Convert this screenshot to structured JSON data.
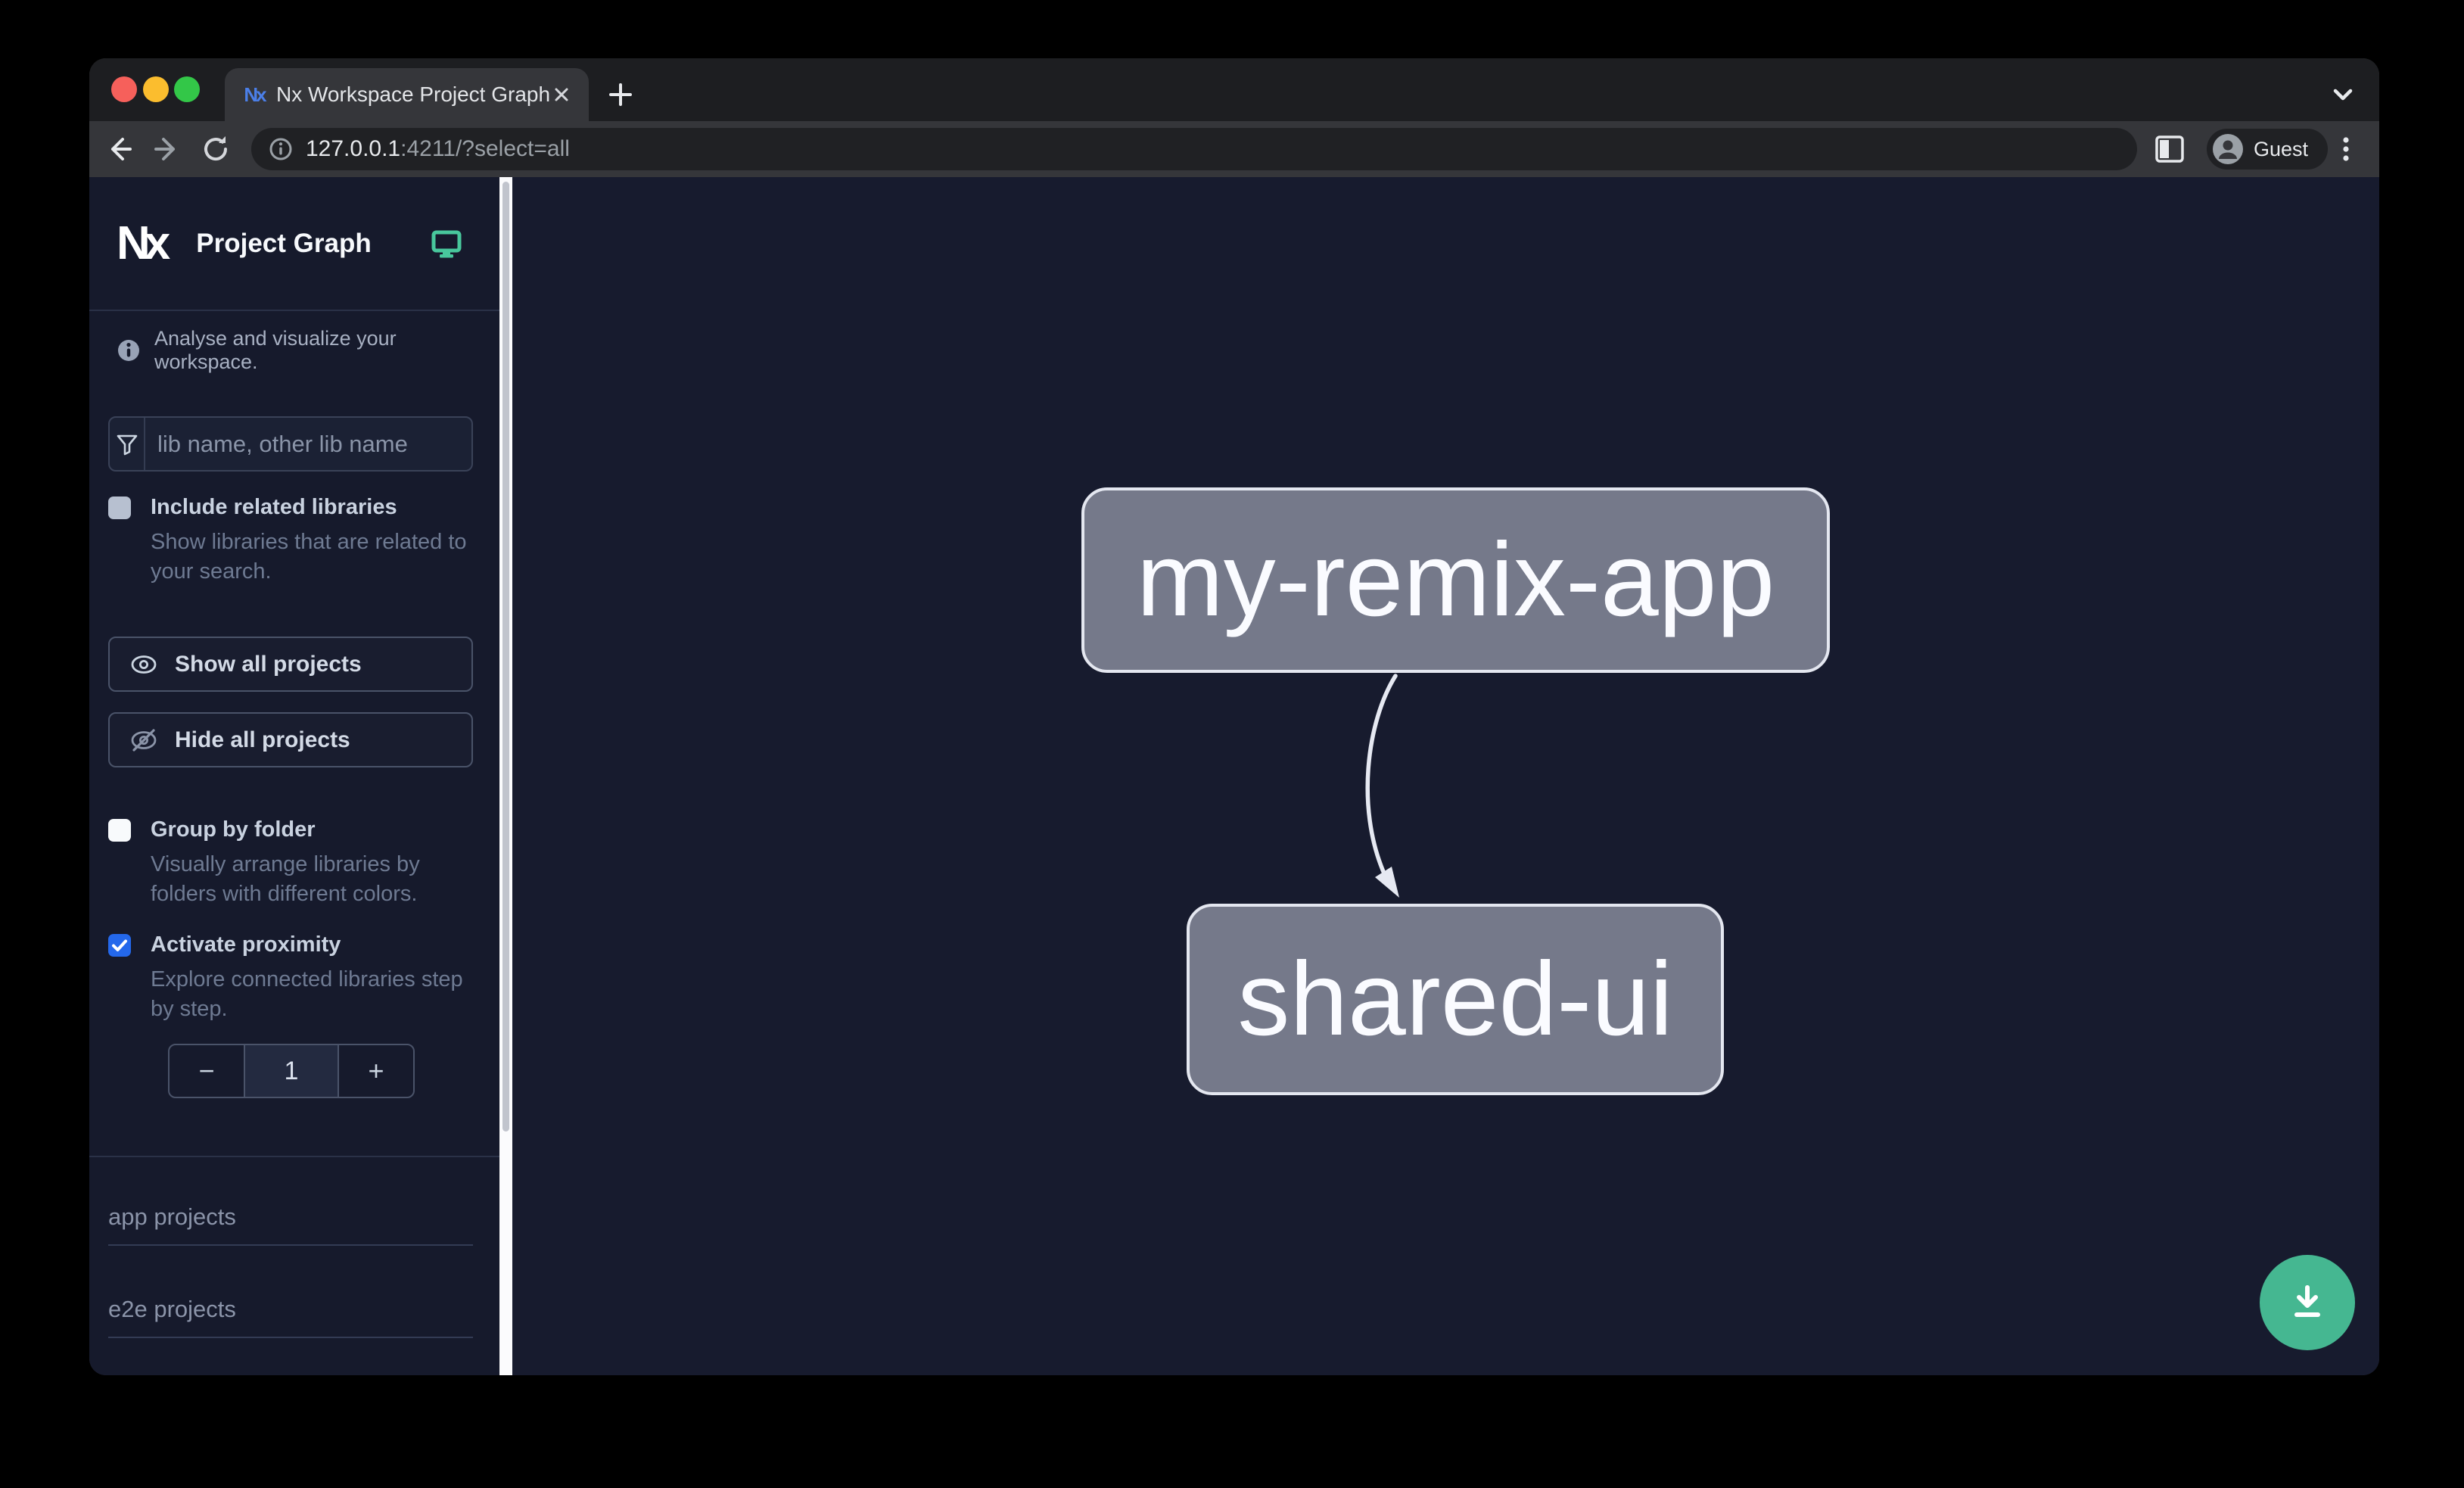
{
  "window": {
    "tab_title": "Nx Workspace Project Graph",
    "favicon_label": "Nx",
    "url_host": "127.0.0.1",
    "url_rest": ":4211/?select=all",
    "profile_label": "Guest"
  },
  "sidebar": {
    "logo_text": "Nx",
    "app_title": "Project Graph",
    "tagline": "Analyse and visualize your workspace.",
    "filter": {
      "placeholder": "lib name, other lib name",
      "value": ""
    },
    "include_related": {
      "label": "Include related libraries",
      "description": "Show libraries that are related to your search.",
      "checked": false
    },
    "show_all_label": "Show all projects",
    "hide_all_label": "Hide all projects",
    "group_by_folder": {
      "label": "Group by folder",
      "description": "Visually arrange libraries by folders with different colors.",
      "checked": false
    },
    "proximity": {
      "label": "Activate proximity",
      "description": "Explore connected libraries step by step.",
      "checked": true,
      "decrement_label": "−",
      "increment_label": "+",
      "value": "1"
    },
    "sections": [
      {
        "label": "app projects"
      },
      {
        "label": "e2e projects"
      }
    ]
  },
  "graph": {
    "nodes": [
      {
        "id": "my-remix-app",
        "label": "my-remix-app"
      },
      {
        "id": "shared-ui",
        "label": "shared-ui"
      }
    ],
    "edges": [
      {
        "from": "my-remix-app",
        "to": "shared-ui"
      }
    ]
  },
  "colors": {
    "accent_green": "#45b791",
    "checkbox_blue": "#2468eb",
    "monitor_teal": "#48c79c",
    "node_fill": "#75798a",
    "node_border": "#e4e7f0",
    "sidebar_bg": "#161a2c",
    "graph_bg": "#171b2e"
  }
}
